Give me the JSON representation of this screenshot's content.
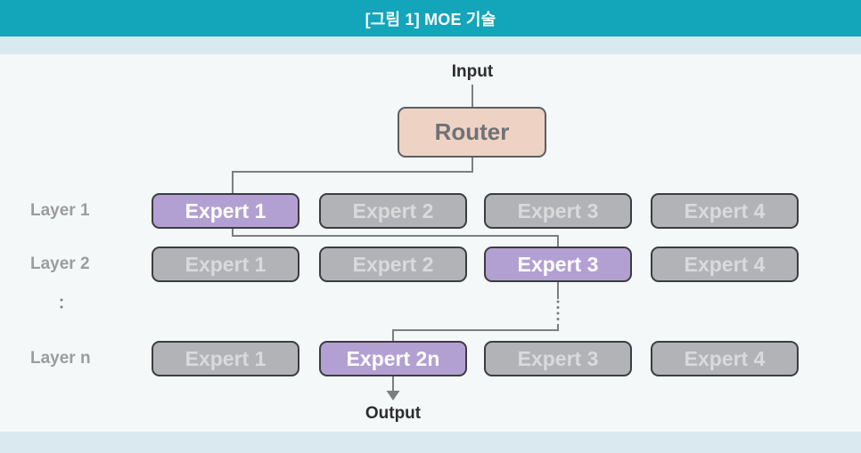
{
  "title": "[그림 1] MOE 기술",
  "diagram": {
    "input_label": "Input",
    "router_label": "Router",
    "output_label": "Output",
    "layers": [
      {
        "label": "Layer 1",
        "experts": [
          {
            "label": "Expert 1",
            "active": true
          },
          {
            "label": "Expert 2",
            "active": false
          },
          {
            "label": "Expert 3",
            "active": false
          },
          {
            "label": "Expert 4",
            "active": false
          }
        ]
      },
      {
        "label": "Layer 2",
        "experts": [
          {
            "label": "Expert 1",
            "active": false
          },
          {
            "label": "Expert 2",
            "active": false
          },
          {
            "label": "Expert 3",
            "active": true
          },
          {
            "label": "Expert 4",
            "active": false
          }
        ]
      },
      {
        "label": "Layer n",
        "experts": [
          {
            "label": "Expert 1",
            "active": false
          },
          {
            "label": "Expert 2n",
            "active": true
          },
          {
            "label": "Expert 3",
            "active": false
          },
          {
            "label": "Expert 4",
            "active": false
          }
        ]
      }
    ],
    "colors": {
      "header_bg": "#13a5ba",
      "band_bg": "#d9e9ef",
      "panel_bg": "#f5f8f9",
      "router_fill": "#eed3c4",
      "router_border": "#5c5e62",
      "router_text": "#6f7175",
      "active_fill": "#b3a0d3",
      "active_text": "#ffffff",
      "expert_fill": "#b1b3b6",
      "expert_text": "#d8dadc",
      "box_border": "#3b3d41",
      "line": "#7c7e81",
      "dark_text": "#2b2d2f",
      "layer_label": "#9a9c9f"
    }
  }
}
